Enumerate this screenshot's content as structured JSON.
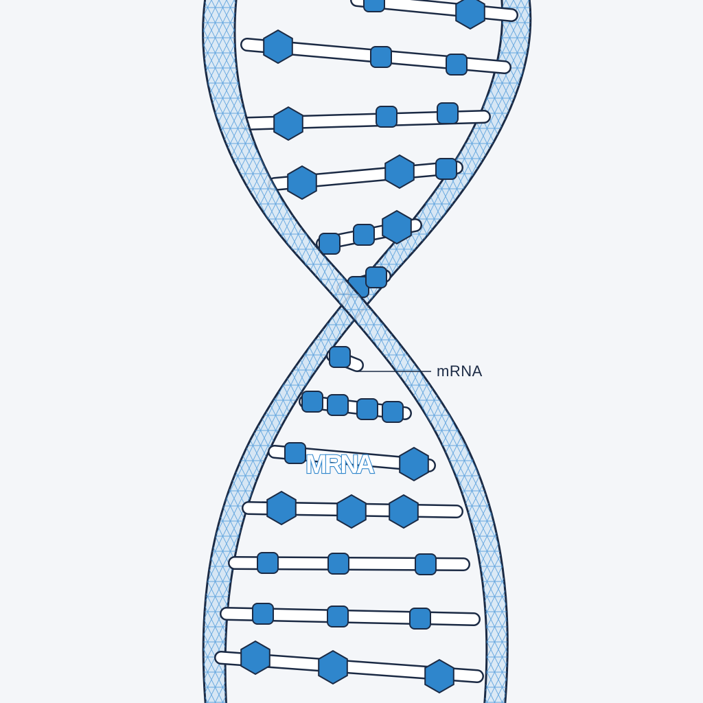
{
  "labels": {
    "callout": "mRNA",
    "inner": "MRNA"
  },
  "colors": {
    "background": "#f4f6f9",
    "outline": "#1b2a44",
    "strand_fill": "#d6e6f4",
    "mesh": "#3a8fd6",
    "node": "#2f86cc",
    "node_dark": "#1d6fb5",
    "rung": "#ffffff"
  },
  "diagram": {
    "type": "double-helix",
    "rung_count": 14
  }
}
